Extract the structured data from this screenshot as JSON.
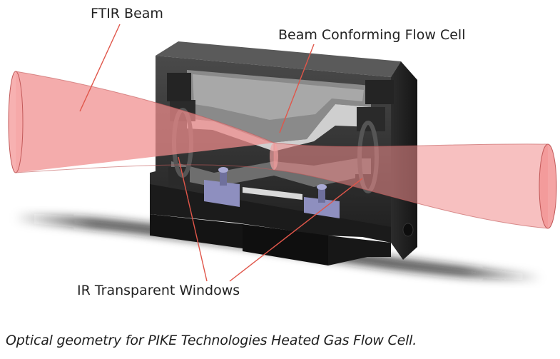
{
  "labels": {
    "ftir_beam": "FTIR Beam",
    "flow_cell": "Beam Conforming Flow Cell",
    "windows": "IR Transparent Windows"
  },
  "caption": "Optical geometry for PIKE Technologies Heated Gas Flow Cell.",
  "colors": {
    "beam_fill": "#f08c8c",
    "beam_edge": "#c25a5a",
    "callout_line": "#e0564a",
    "cell_body": "#3a3a3a",
    "cell_interior": "#7a7a7a",
    "clamp": "#8e8fbf"
  }
}
